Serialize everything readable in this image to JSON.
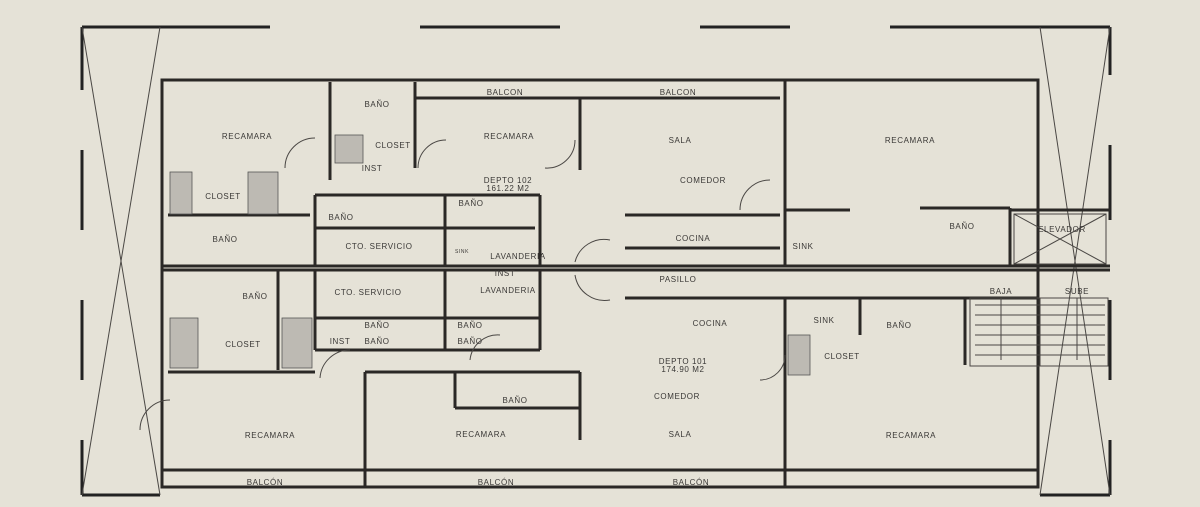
{
  "plan": {
    "top_unit": {
      "name": "DEPTO 102",
      "area": "161.22 M2",
      "rooms": [
        "BALCON",
        "BALCON",
        "BAÑO",
        "RECAMARA",
        "RECAMARA",
        "SALA",
        "RECAMARA",
        "CLOSET",
        "INST",
        "COMEDOR",
        "CLOSET",
        "BAÑO",
        "BAÑO",
        "BAÑO",
        "CTO. SERVICIO",
        "SINK",
        "LAVANDERIA",
        "COCINA",
        "SINK",
        "BAÑO",
        "INST"
      ]
    },
    "common": [
      "ELEVADOR",
      "PASILLO",
      "BAJA",
      "SUBE"
    ],
    "bottom_unit": {
      "name": "DEPTO 101",
      "area": "174.90 M2",
      "rooms": [
        "BAÑO",
        "CTO. SERVICIO",
        "LAVANDERIA",
        "COCINA",
        "SINK",
        "BAÑO",
        "BAÑO",
        "BAÑO",
        "INST",
        "BAÑO",
        "BAÑO",
        "CLOSET",
        "CLOSET",
        "COMEDOR",
        "BAÑO",
        "RECAMARA",
        "RECAMARA",
        "SALA",
        "RECAMARA",
        "BALCÓN",
        "BALCÓN",
        "BALCÓN"
      ]
    }
  }
}
